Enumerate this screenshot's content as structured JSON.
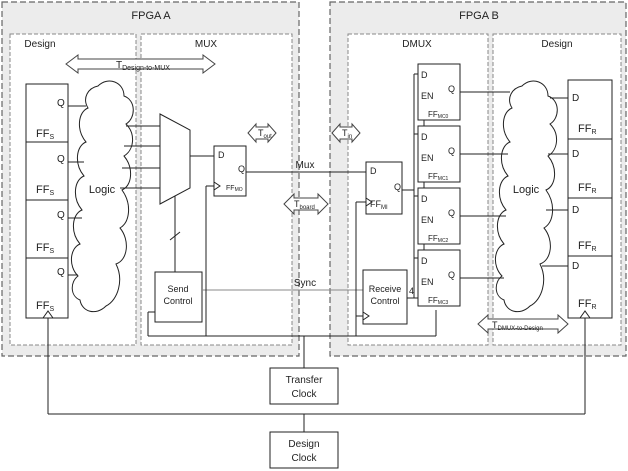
{
  "regions": {
    "fpga_a": "FPGA A",
    "fpga_b": "FPGA B"
  },
  "panels": {
    "design_a": "Design",
    "mux": "MUX",
    "dmux": "DMUX",
    "design_b": "Design"
  },
  "flipflops": {
    "ff_s": "FF",
    "ff_s_sub": "S",
    "ff_r": "FF",
    "ff_r_sub": "R",
    "ff_mo": "FF",
    "ff_mo_sub": "MO",
    "ff_mi": "FF",
    "ff_mi_sub": "MI",
    "ff_mc": "FF",
    "ff_mc_subs": [
      "MC0",
      "MC1",
      "MC2",
      "MC3"
    ]
  },
  "pins": {
    "d": "D",
    "q": "Q",
    "en": "EN"
  },
  "logic": "Logic",
  "signals": {
    "mux": "Mux",
    "sync": "Sync",
    "bus_width": "4"
  },
  "controls": {
    "send_line1": "Send",
    "send_line2": "Control",
    "receive_line1": "Receive",
    "receive_line2": "Control"
  },
  "clocks": {
    "transfer_line1": "Transfer",
    "transfer_line2": "Clock",
    "design_line1": "Design",
    "design_line2": "Clock"
  },
  "timings": {
    "t": "T",
    "design_to_mux": "Design-to-MUX",
    "out": "out",
    "in": "in",
    "board": "board",
    "dmux_to_design": "DMUX-to-Design"
  },
  "colors": {
    "region_fill": "#ececec",
    "line": "#222222"
  }
}
